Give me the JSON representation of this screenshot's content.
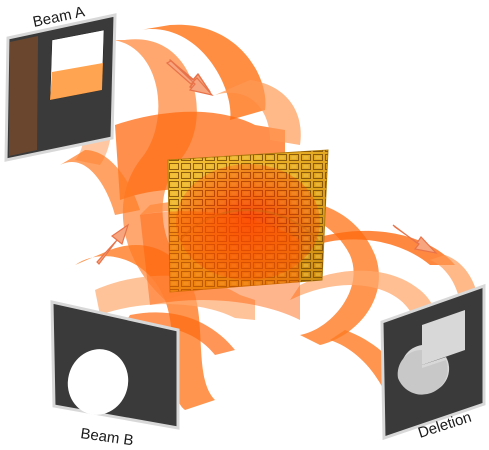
{
  "labels": {
    "beam_a": "Beam A",
    "beam_b": "Beam B",
    "deletion": "Deletion"
  },
  "colors": {
    "wave_light": "#ff8a3d",
    "wave_dark": "#ff5a00",
    "panel_dark": "#3a3a3a",
    "panel_border": "#d8d8d8",
    "arrow_fill": "#f7a57e",
    "arrow_stroke": "#e8734a",
    "metasurface": "#e3a61e",
    "metasurface_grid": "#8a5a08"
  }
}
